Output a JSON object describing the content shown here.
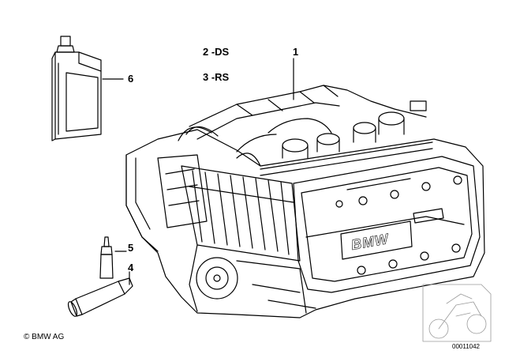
{
  "callouts": {
    "engine": "1",
    "ds": "2 -DS",
    "rs": "3 -RS",
    "tube": "4",
    "bottle": "5",
    "oil": "6"
  },
  "engine_logo": "BMW",
  "footer": {
    "copyright": "© BMW AG",
    "doc_id": "00011042"
  }
}
